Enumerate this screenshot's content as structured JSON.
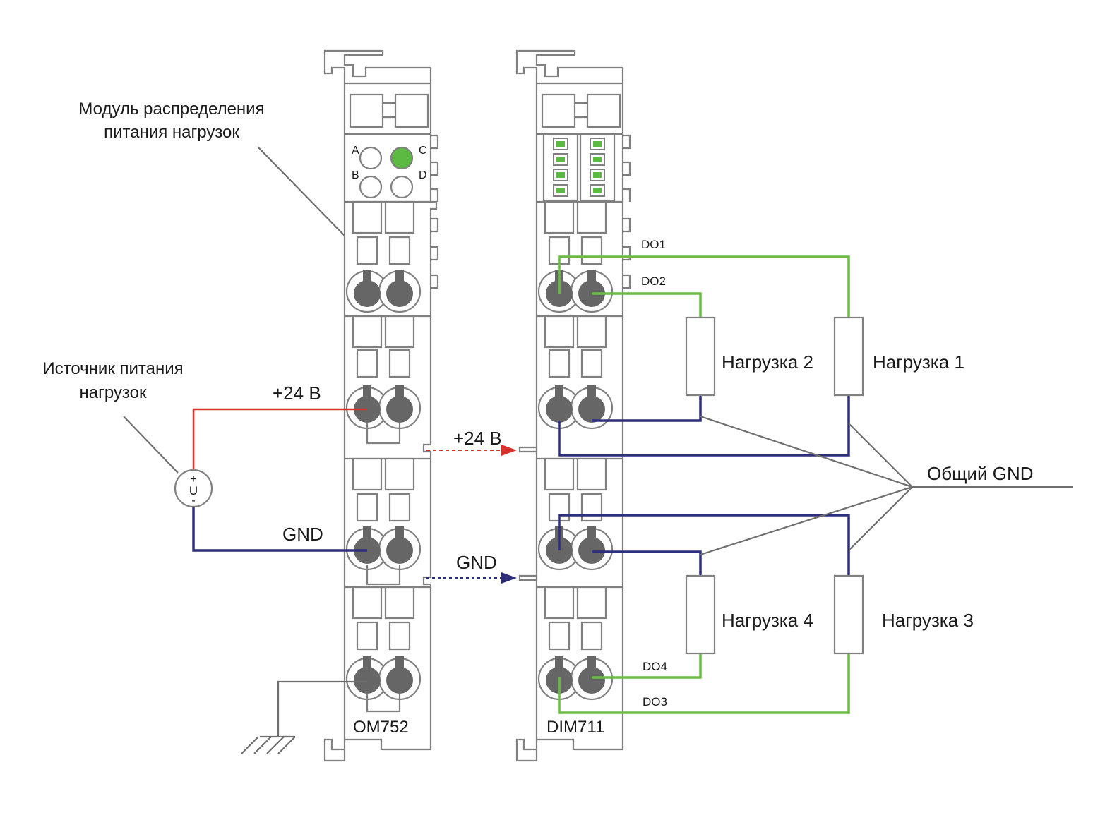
{
  "labels": {
    "module_callout": [
      "Модуль распределения",
      "питания нагрузок"
    ],
    "source_callout": [
      "Источник питания",
      "нагрузок"
    ],
    "plus24_left": "+24 В",
    "gnd_left": "GND",
    "plus24_arrow": "+24 В",
    "gnd_arrow": "GND",
    "common_gnd": "Общий GND",
    "module_left_name": "OM752",
    "module_right_name": "DIM711",
    "led_labels": [
      "A",
      "C",
      "B",
      "D"
    ],
    "outputs": [
      "DO1",
      "DO2",
      "DO4",
      "DO3"
    ],
    "loads": [
      "Нагрузка 2",
      "Нагрузка 1",
      "Нагрузка 4",
      "Нагрузка 3"
    ],
    "source_symbol": "U",
    "source_plus": "+",
    "source_minus": "-"
  },
  "colors": {
    "module_outline": "#808080",
    "terminal": "#666666",
    "led_on": "#5cb941",
    "output_wire": "#6cbb45",
    "gnd_wire": "#2e2e7a",
    "plus24_wire": "#d7332c",
    "common_wire": "#6f6f6f"
  }
}
